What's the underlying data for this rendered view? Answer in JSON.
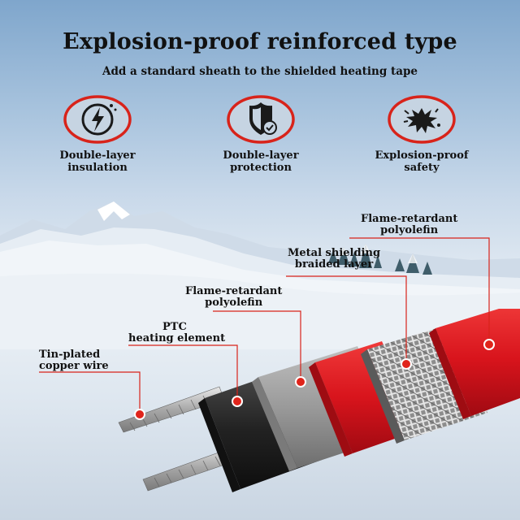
{
  "header": {
    "title": "Explosion-proof reinforced type",
    "subtitle": "Add a standard sheath to the shielded heating tape"
  },
  "features": [
    {
      "icon": "lightning-shield-icon",
      "line1": "Double-layer",
      "line2": "insulation"
    },
    {
      "icon": "shield-check-icon",
      "line1": "Double-layer",
      "line2": "protection"
    },
    {
      "icon": "explosion-icon",
      "line1": "Explosion-proof",
      "line2": "safety"
    }
  ],
  "callouts": {
    "outer_jacket": {
      "line1": "Flame-retardant",
      "line2": "polyolefin"
    },
    "braid": {
      "line1": "Metal shielding",
      "line2": "braided layer"
    },
    "inner_jacket": {
      "line1": "Flame-retardant",
      "line2": "polyolefin"
    },
    "ptc": {
      "line1": "PTC",
      "line2": "heating element"
    },
    "wire": {
      "line1": "Tin-plated",
      "line2": "copper wire"
    }
  },
  "colors": {
    "accent_red": "#e0241b",
    "ring_red": "#d8231a",
    "jacket_red": "#d8141c",
    "ptc_black": "#222222",
    "inner_grey": "#9a9a9a",
    "sky_blue": "#7fa6cc"
  }
}
